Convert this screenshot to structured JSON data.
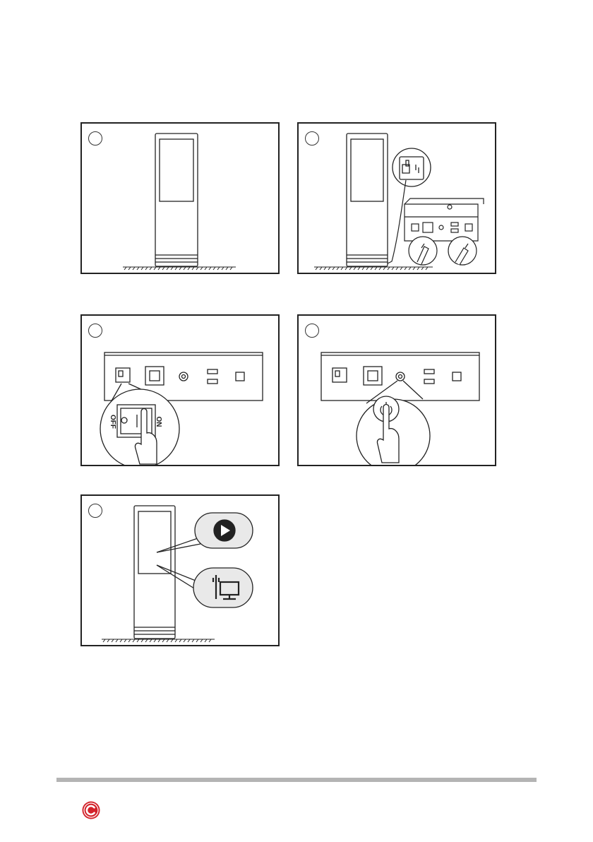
{
  "steps": [
    {
      "id": "step-1",
      "number": ""
    },
    {
      "id": "step-2",
      "number": ""
    },
    {
      "id": "step-3",
      "number": ""
    },
    {
      "id": "step-4",
      "number": ""
    },
    {
      "id": "step-5",
      "number": ""
    }
  ],
  "switch_labels": {
    "off": "OFF",
    "on": "ON"
  },
  "icons": [
    "play-icon",
    "network-icon",
    "power-button-icon",
    "plug-icon",
    "copyright-logo-icon"
  ],
  "colors": {
    "line": "#222222",
    "brand_red": "#d3222a",
    "rule": "#b4b4b4",
    "bubble": "#e9e9e9"
  }
}
